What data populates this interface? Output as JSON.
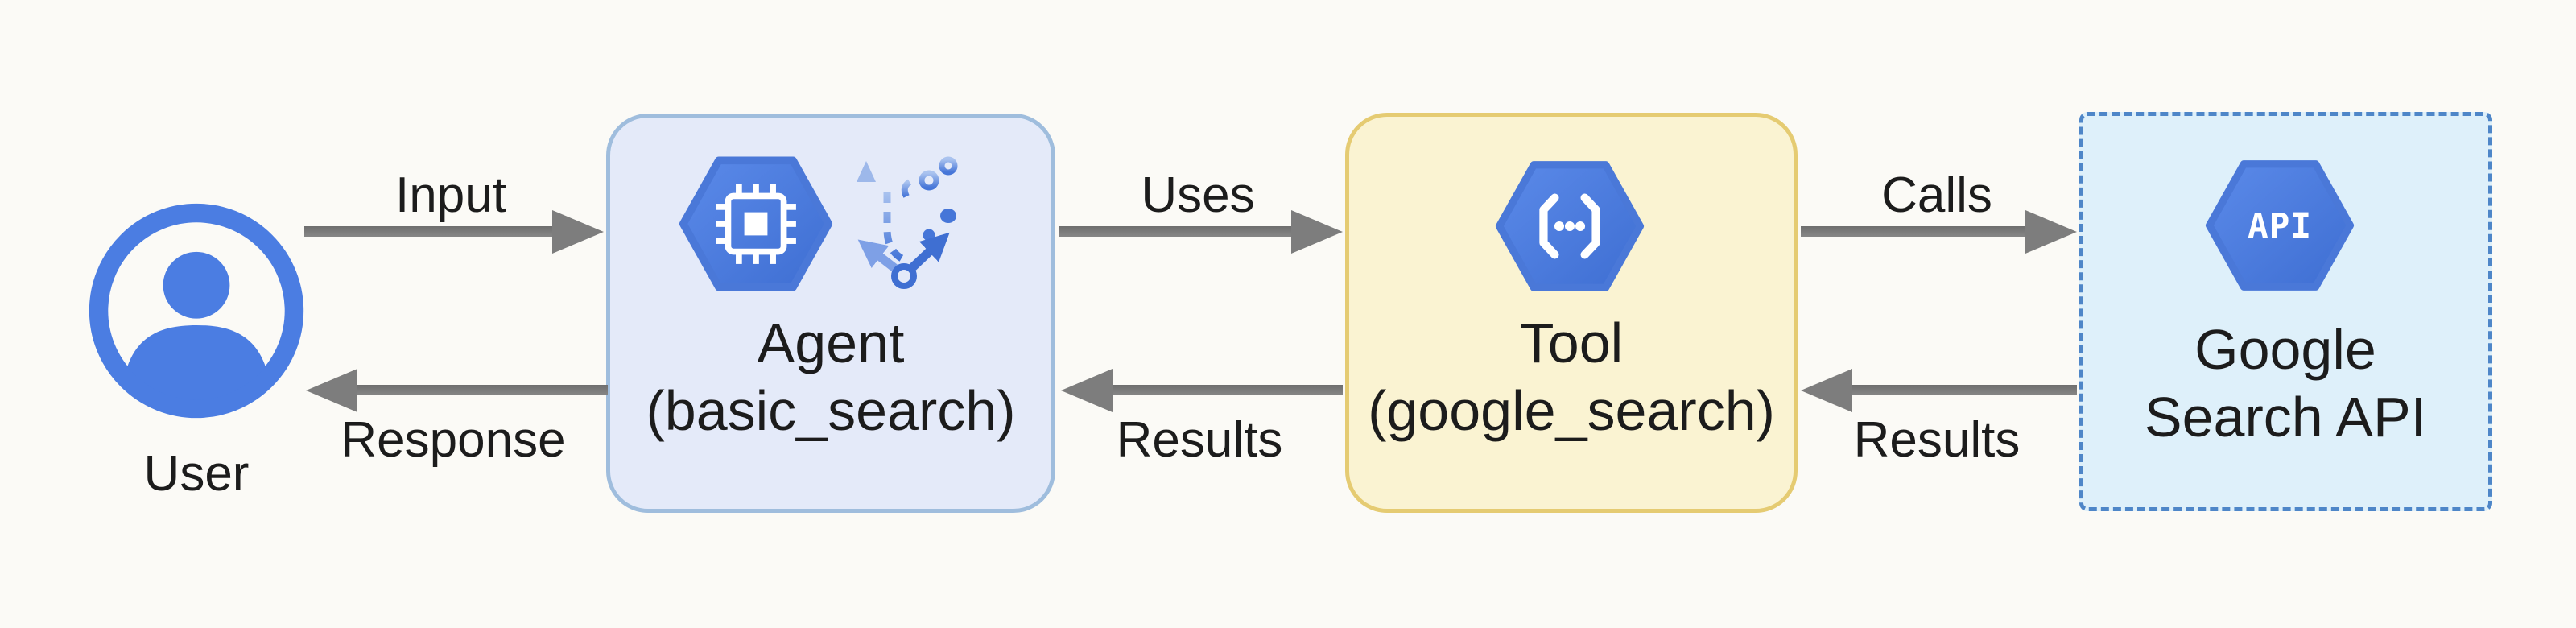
{
  "diagram": {
    "background": "#fbfaf6",
    "user": {
      "label": "User"
    },
    "agent": {
      "title": "Agent",
      "subtitle": "(basic_search)"
    },
    "tool": {
      "title": "Tool",
      "subtitle": "(google_search)"
    },
    "api": {
      "line1": "Google",
      "line2": "Search API",
      "hex_label": "API"
    },
    "edges": {
      "input": {
        "label": "Input",
        "direction": "right"
      },
      "response": {
        "label": "Response",
        "direction": "left"
      },
      "uses": {
        "label": "Uses",
        "direction": "right"
      },
      "results_agent": {
        "label": "Results",
        "direction": "left"
      },
      "calls": {
        "label": "Calls",
        "direction": "right"
      },
      "results_tool": {
        "label": "Results",
        "direction": "left"
      }
    },
    "colors": {
      "hexagon_blue": "#4b7ade",
      "user_icon_blue": "#4b7de2",
      "arrow_gray": "#7d7d7d",
      "agent_fill": "#e4eaf9",
      "agent_border": "#9fbddd",
      "tool_fill": "#faf3d2",
      "tool_border": "#e5cb72",
      "api_fill": "#def0fa",
      "api_border": "#4e86c8",
      "text": "#1c1c1c"
    },
    "icons": {
      "user": "account-circle-icon",
      "agent_hex": "cpu-chip-hexagon-icon",
      "agent_branch": "branching-workflow-icon",
      "tool_hex": "code-brackets-hexagon-icon",
      "api_hex": "api-hexagon-icon"
    }
  }
}
